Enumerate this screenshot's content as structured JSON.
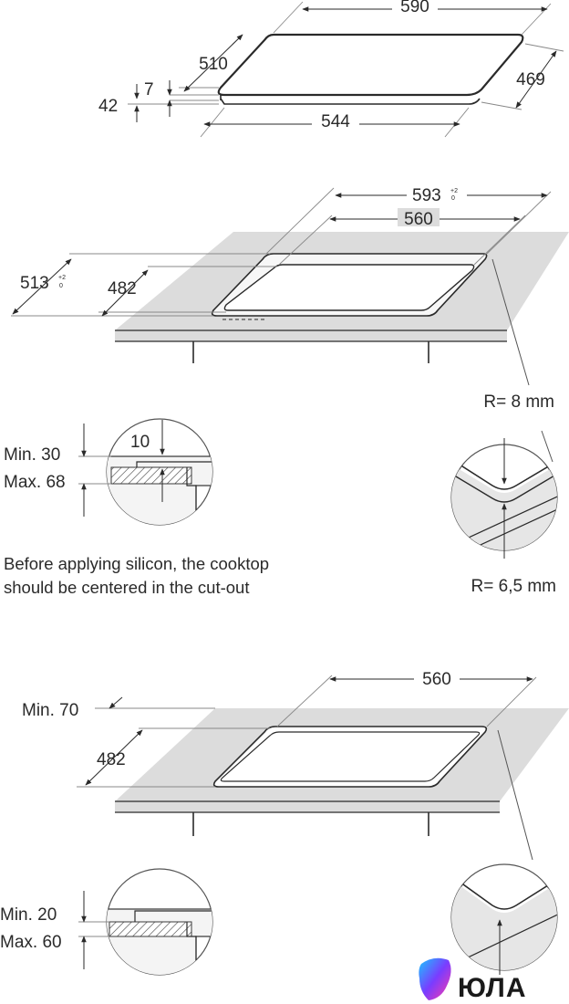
{
  "hob_top_view": {
    "width": "590",
    "depth": "510",
    "side_depth": "469",
    "front_width": "544",
    "glass_thickness": "7",
    "total_height": "42"
  },
  "cutout_view": {
    "width_outer": "593",
    "width_outer_tol_upper": "+2",
    "width_outer_tol_lower": "0",
    "width_inner": "560",
    "depth_outer": "513",
    "depth_outer_tol_upper": "+2",
    "depth_outer_tol_lower": "0",
    "depth_inner": "482",
    "corner_radius_outer": "R= 8 mm",
    "corner_radius_inner": "R= 6,5 mm"
  },
  "worktop_detail_1": {
    "min_label": "Min. 30",
    "max_label": "Max. 68",
    "rebate": "10"
  },
  "instruction_note": {
    "line1": "Before applying silicon, the cooktop",
    "line2": "should be centered in the cut-out"
  },
  "flush_cutout_view": {
    "width": "560",
    "min_distance": "Min. 70",
    "depth": "482"
  },
  "worktop_detail_2": {
    "min_label": "Min. 20",
    "max_label": "Max. 60"
  },
  "watermark": {
    "brand": "ЮЛА"
  }
}
